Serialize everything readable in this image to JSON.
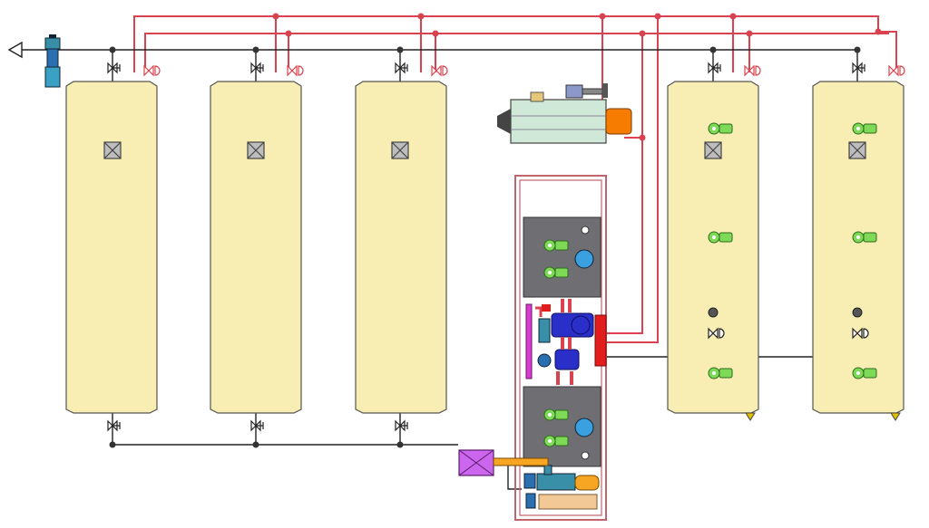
{
  "diagram": {
    "kind": "process-piping-schematic",
    "background": "#ffffff",
    "colors": {
      "tank_fill": "#f8eeb4",
      "tank_stroke": "#555555",
      "main_line": "#222222",
      "control_line": "#d9434f",
      "junction": "#333333",
      "control_junction": "#d9434f",
      "sensor_green": "#7ed957",
      "manhole_grey": "#bdbdbd",
      "skid_frame": "#c0646e",
      "module_grey": "#6f6f73",
      "pump_blue": "#2b2fc9",
      "header_red": "#e31c1c",
      "magenta": "#d93bd0",
      "teal": "#3a8fa8",
      "orange": "#f6a623",
      "violet_box": "#cc66ee",
      "burner_orange": "#f57c00",
      "boiler_green": "#cfe8d7",
      "peach": "#f2c896"
    },
    "icons": {
      "vent": "vent-triangle-icon",
      "filter": "filter-icon",
      "valve": "gate-valve-icon",
      "actuated_valve": "actuated-valve-icon",
      "manhole": "manhole-icon",
      "sensor": "level-sensor-icon",
      "pump": "pump-motor-icon",
      "gauge": "pressure-gauge-icon"
    },
    "tanks": [
      {
        "id": "tank-1",
        "manholes": 1,
        "sensors": 0
      },
      {
        "id": "tank-2",
        "manholes": 1,
        "sensors": 0
      },
      {
        "id": "tank-3",
        "manholes": 1,
        "sensors": 0
      },
      {
        "id": "tank-4",
        "manholes": 1,
        "sensors": 4
      },
      {
        "id": "tank-5",
        "manholes": 1,
        "sensors": 4
      }
    ],
    "equipment": [
      "boiler-unit",
      "process-skid",
      "transfer-box"
    ]
  }
}
